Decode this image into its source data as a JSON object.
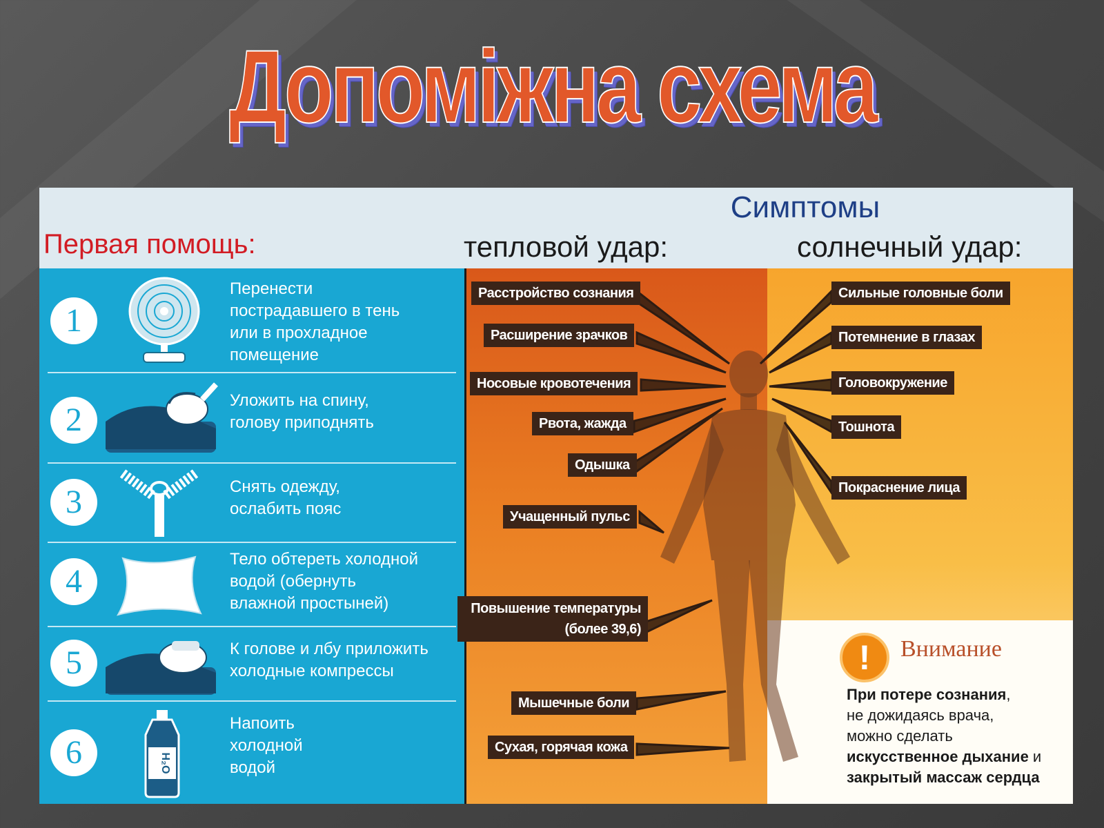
{
  "slide_title": "Допоміжна схема",
  "header": {
    "symptoms": "Симптомы",
    "first_aid": "Первая помощь:",
    "heat_stroke": "тепловой удар:",
    "sun_stroke": "солнечный удар:"
  },
  "steps": [
    {
      "num": "1",
      "lines": [
        "Перенести",
        "пострадавшего в тень",
        "или в прохладное",
        "помещение"
      ],
      "icon": "fan-icon"
    },
    {
      "num": "2",
      "lines": [
        "Уложить на спину,",
        "голову приподнять"
      ],
      "icon": "lying-head-icon"
    },
    {
      "num": "3",
      "lines": [
        "Снять одежду,",
        "ослабить пояс"
      ],
      "icon": "zipper-icon"
    },
    {
      "num": "4",
      "lines": [
        "Тело обтереть холодной",
        "водой (обернуть",
        "влажной простыней)"
      ],
      "icon": "sheet-icon"
    },
    {
      "num": "5",
      "lines": [
        "К голове и лбу приложить",
        "холодные компрессы"
      ],
      "icon": "compress-head-icon"
    },
    {
      "num": "6",
      "lines": [
        "Напоить",
        "холодной",
        "водой"
      ],
      "icon": "water-bottle-icon"
    }
  ],
  "bottle_label": "H₂O",
  "heat_symptoms": [
    "Расстройство сознания",
    "Расширение зрачков",
    "Носовые кровотечения",
    "Рвота, жажда",
    "Одышка",
    "Учащенный пульс",
    "Повышение температуры (более 39,6)",
    "Мышечные боли",
    "Сухая, горячая кожа"
  ],
  "sun_symptoms": [
    "Сильные головные боли",
    "Потемнение в глазах",
    "Головокружение",
    "Тошнота",
    "Покраснение лица"
  ],
  "warning": {
    "icon": "!",
    "title": "Внимание",
    "line1_bold": "При потере сознания",
    "line1_rest": ",",
    "line2": "не дожидаясь врача,",
    "line3": "можно сделать",
    "line4_bold": "искусственное дыхание",
    "line4_rest": " и",
    "line5_bold": "закрытый массаж сердца"
  },
  "colors": {
    "title": "#e2582a",
    "first_aid_blue": "#19a7d3",
    "heat_orange": "#d9581a",
    "sun_orange": "#f7a52d",
    "symptom_box": "#3b2418",
    "first_aid_heading": "#d21c24",
    "symptoms_heading": "#1e3f86"
  }
}
